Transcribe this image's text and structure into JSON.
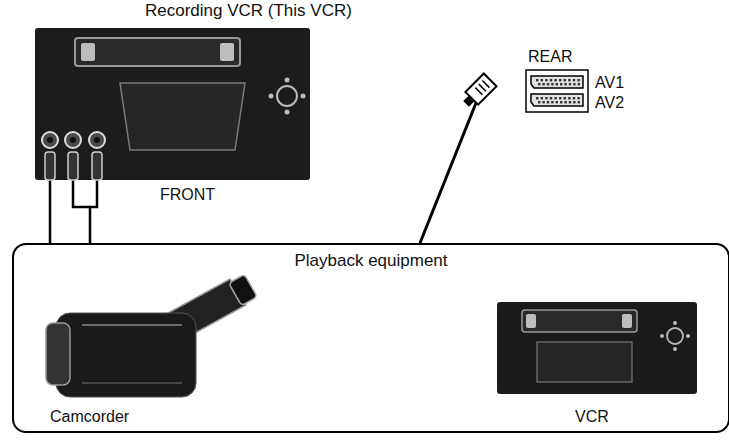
{
  "diagram": {
    "nodes": [
      {
        "text": [
          "Recording VCR (This VCR)"
        ]
      },
      {
        "text": [
          "REAR"
        ]
      },
      {
        "text": [
          "Playback equipment"
        ]
      },
      {
        "text": [
          "Camcorder"
        ],
        "in": 2
      },
      {
        "text": [
          "VCR"
        ],
        "in": 2
      }
    ],
    "edges": [
      {
        "from": 0,
        "to": 2,
        "arrow": "none"
      },
      {
        "from": 0,
        "to": 2,
        "arrow": "none"
      },
      {
        "from": 1,
        "to": 2,
        "arrow": "none"
      }
    ],
    "labels": [
      "FRONT",
      "AV1",
      "AV2"
    ]
  }
}
